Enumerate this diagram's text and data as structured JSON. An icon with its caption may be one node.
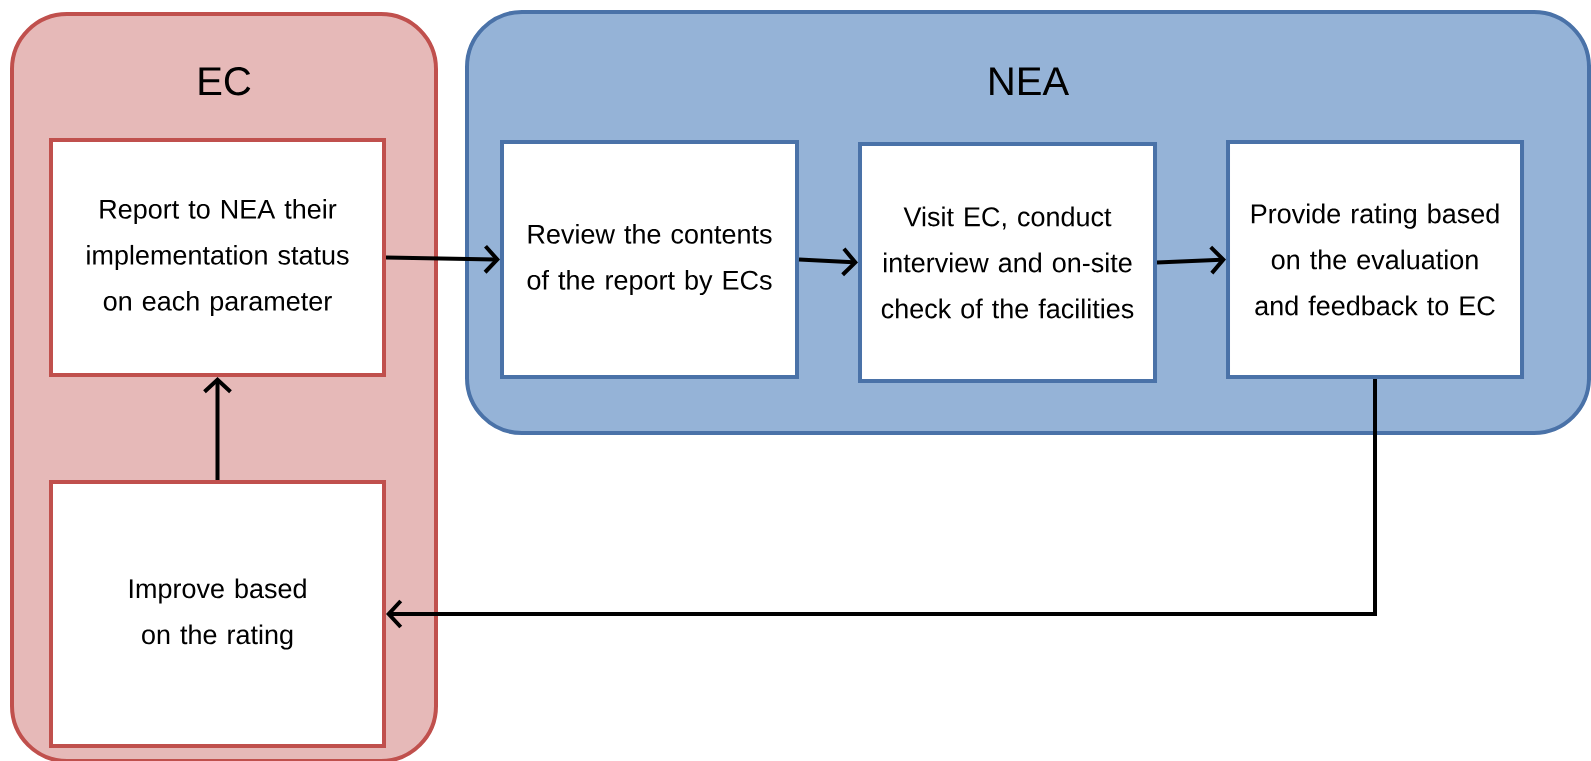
{
  "diagram": {
    "nodes": [
      {
        "text": [
          "EC"
        ]
      },
      {
        "text": [
          "Report to NEA their implementation status on each parameter"
        ],
        "in": 0
      },
      {
        "text": [
          "Improve based on the rating"
        ],
        "in": 0
      },
      {
        "text": [
          "NEA"
        ]
      },
      {
        "text": [
          "Review the contents of the report by ECs"
        ],
        "in": 3
      },
      {
        "text": [
          "Visit EC, conduct interview and on-site check of the facilities"
        ],
        "in": 3
      },
      {
        "text": [
          "Provide rating based on the evaluation and feedback to EC"
        ],
        "in": 3
      }
    ],
    "edges": [
      {
        "from": 1,
        "to": 4,
        "arrow": "to"
      },
      {
        "from": 4,
        "to": 5,
        "arrow": "to"
      },
      {
        "from": 5,
        "to": 6,
        "arrow": "to"
      },
      {
        "from": 6,
        "to": 2,
        "arrow": "to"
      },
      {
        "from": 2,
        "to": 1,
        "arrow": "to"
      }
    ]
  }
}
